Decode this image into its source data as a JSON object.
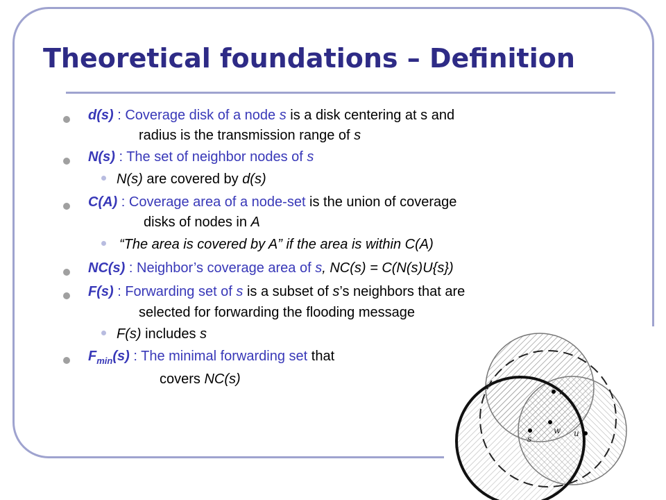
{
  "slide": {
    "title": "Theoretical foundations – Definition"
  },
  "items": {
    "ds": {
      "term": "d(s)",
      "sep": " : ",
      "def_a": "Coverage disk of a node ",
      "def_var": "s",
      "rest_a": " is a disk centering at s and",
      "cont": "radius is the transmission range of ",
      "cont_var": "s"
    },
    "ns": {
      "term": "N(s)",
      "sep": " : ",
      "def_a": "The set of neighbor nodes of ",
      "def_var": "s",
      "sub_a": "N(s)",
      "sub_b": " are covered by ",
      "sub_c": "d(s)"
    },
    "ca": {
      "term": "C(A)",
      "sep": " : ",
      "def_a": "Coverage area of a node-set",
      "rest_a": " is the union of coverage",
      "cont": "disks of nodes in ",
      "cont_var": "A",
      "sub": "“The area is covered by A” if the area is within C(A)"
    },
    "ncs": {
      "term": "NC(s)",
      "sep": " : ",
      "def_a": "Neighbor’s coverage area of ",
      "def_var": "s",
      "rest_a": ", NC(s) = C(N(s)U{s})"
    },
    "fs": {
      "term": "F(s)",
      "sep": " : ",
      "def_a": "Forwarding set of ",
      "def_var": "s",
      "rest_a": " is a subset of ",
      "rest_var": "s",
      "rest_b": "’s neighbors that are",
      "cont": "selected for forwarding the flooding message",
      "sub_a": "F(s)",
      "sub_b": " includes ",
      "sub_c": "s"
    },
    "fmin": {
      "term_f": "F",
      "term_sub": "min",
      "term_rest": "(s)",
      "sep": " : ",
      "def_a": "The minimal forwarding set",
      "rest_a": " that",
      "cont": "covers ",
      "cont_var": "NC(s)"
    }
  },
  "figure": {
    "labels": {
      "v": "v",
      "w": "w",
      "u": "u",
      "s": "s"
    }
  }
}
